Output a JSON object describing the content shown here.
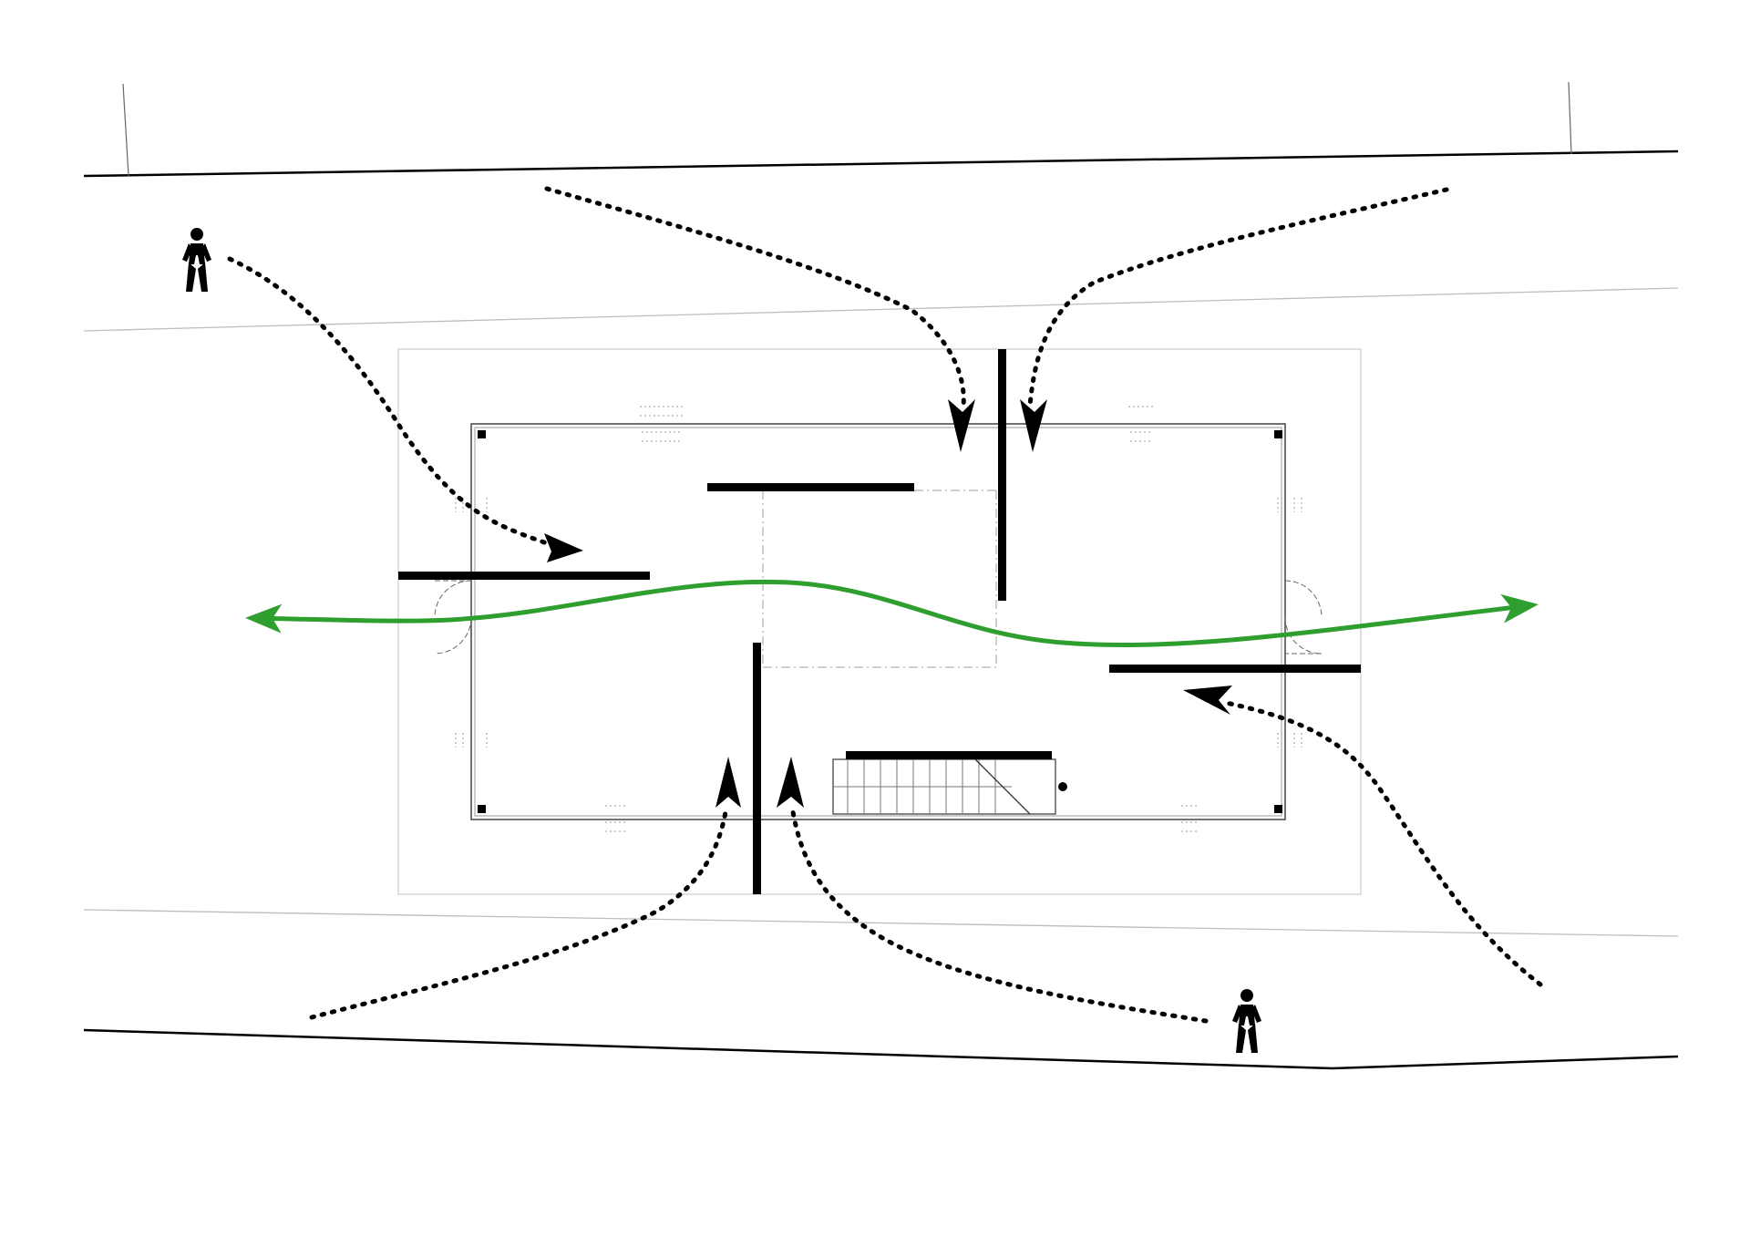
{
  "diagram": {
    "kind": "architectural circulation plan",
    "colors": {
      "background": "#ffffff",
      "ink": "#000000",
      "thin_line": "#bdbdbd",
      "flow_arrow": "#2e9e2e"
    },
    "icons": [
      "pedestrian-icon",
      "pedestrian-icon"
    ],
    "elements": {
      "streets": 2,
      "building_outline": 1,
      "walls": 7,
      "entry_paths": 6,
      "through_flow_arrow": 1,
      "stair": 1
    }
  }
}
